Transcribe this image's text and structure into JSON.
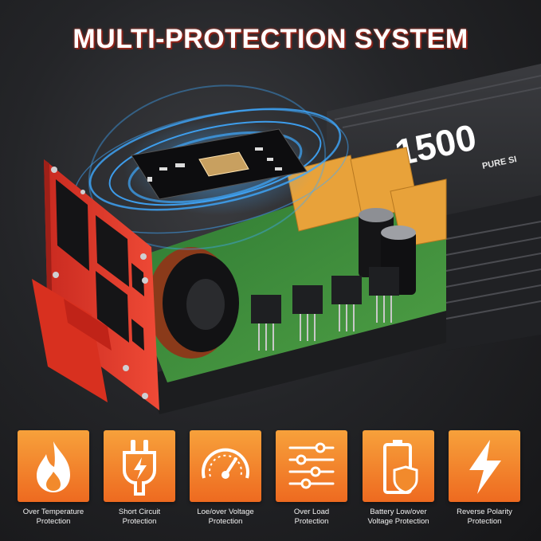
{
  "title": "MULTI-PROTECTION SYSTEM",
  "product": {
    "wattage_label": "1500",
    "subtitle": "PURE SI"
  },
  "features": [
    {
      "icon": "flame-icon",
      "line1": "Over Temperature",
      "line2": "Protection"
    },
    {
      "icon": "plug-bolt-icon",
      "line1": "Short Circuit",
      "line2": "Protection"
    },
    {
      "icon": "gauge-icon",
      "line1": "Loe/over Voltage",
      "line2": "Protection"
    },
    {
      "icon": "sliders-icon",
      "line1": "Over Load",
      "line2": "Protection"
    },
    {
      "icon": "battery-shield-icon",
      "line1": "Battery Low/over",
      "line2": "Voltage Protection"
    },
    {
      "icon": "lightning-icon",
      "line1": "Reverse Polarity",
      "line2": "Protection"
    }
  ],
  "colors": {
    "accent_orange": "#f28a2c",
    "panel_red": "#e2352a",
    "pcb_green": "#3f8f3a",
    "glow_blue": "#3fa9ff"
  }
}
